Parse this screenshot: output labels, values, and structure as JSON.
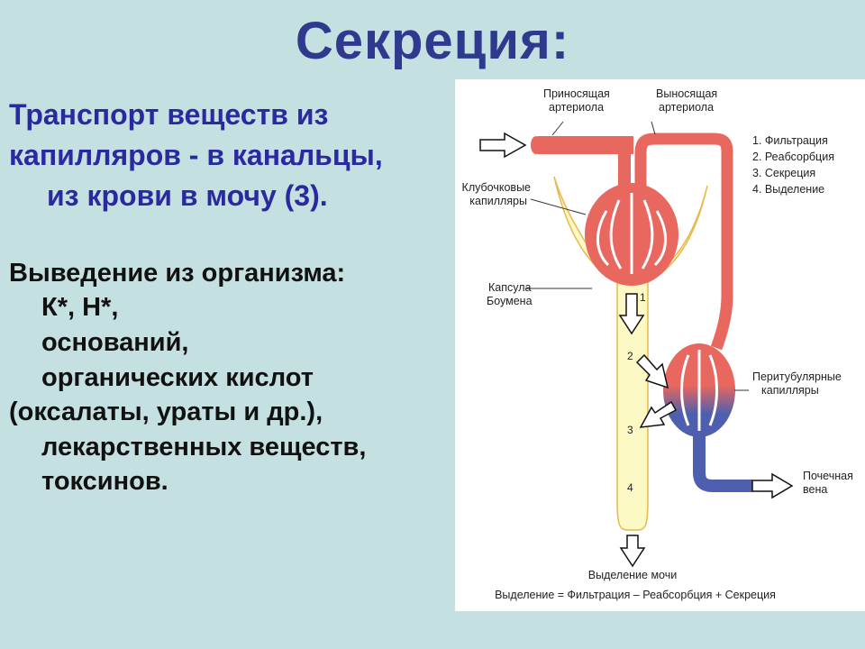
{
  "title": "Секреция:",
  "definition": {
    "lines": [
      "Транспорт веществ из",
      "капилляров  -  в канальцы,",
      "из крови в мочу (3)."
    ]
  },
  "elimination": {
    "heading": "Выведение из организма:",
    "items": [
      "К*,   Н*,",
      "оснований,",
      "органических кислот",
      "(оксалаты, ураты и др.),",
      "лекарственных веществ,",
      "токсинов."
    ]
  },
  "figure": {
    "labels": {
      "afferent": [
        "Приносящая",
        "артериола"
      ],
      "efferent": [
        "Выносящая",
        "артериола"
      ],
      "glomerular": [
        "Клубочковые",
        "капилляры"
      ],
      "capsule": [
        "Капсула",
        "Боумена"
      ],
      "peritubular": [
        "Перитубулярные",
        "капилляры"
      ],
      "vein": [
        "Почечная",
        "вена"
      ],
      "urine": "Выделение мочи",
      "formula": "Выделение = Фильтрация – Реабсорбция + Секреция"
    },
    "legend": [
      "1. Фильтрация",
      "2. Реабсорбция",
      "3. Секреция",
      "4. Выделение"
    ],
    "step_numbers": [
      "1",
      "2",
      "3",
      "4"
    ],
    "colors": {
      "artery": "#e8675f",
      "vein": "#4f5fb0",
      "tubule": "#fdf9c4",
      "tubule_outline": "#e8b94a"
    }
  }
}
